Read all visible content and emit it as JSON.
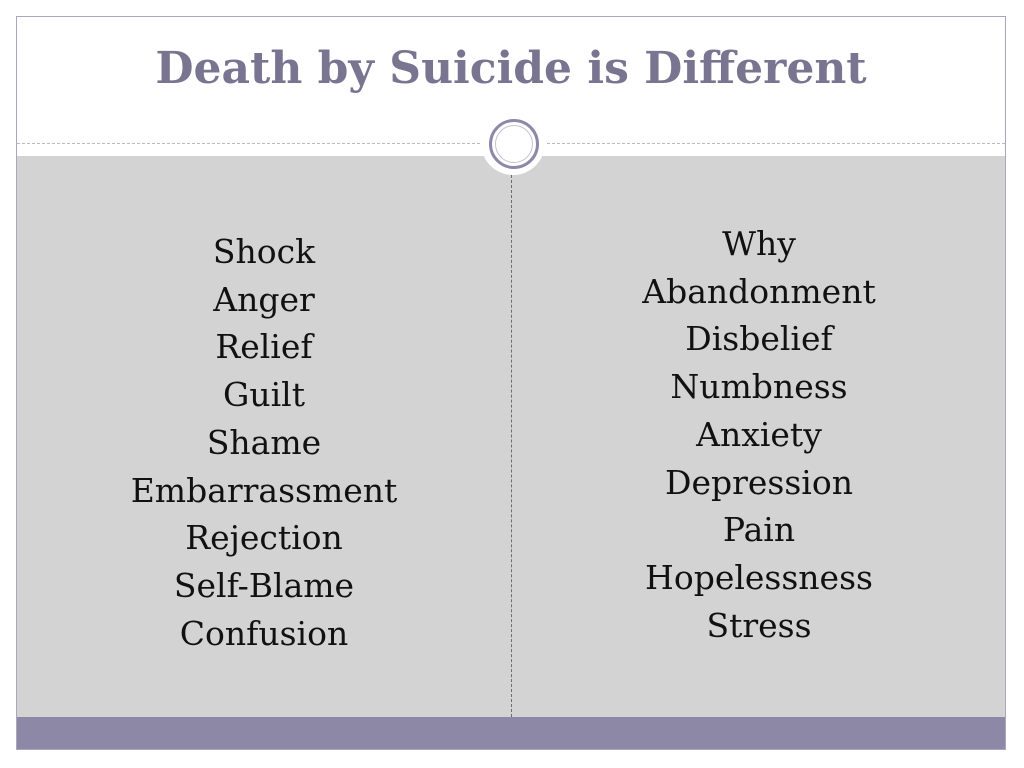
{
  "slide": {
    "title": "Death by Suicide is Different",
    "left_column": [
      "Shock",
      "Anger",
      "Relief",
      "Guilt",
      "Shame",
      "Embarrassment",
      "Rejection",
      "Self-Blame",
      "Confusion"
    ],
    "right_column": [
      "Why",
      "Abandonment",
      "Disbelief",
      "Numbness",
      "Anxiety",
      "Depression",
      "Pain",
      "Hopelessness",
      "Stress"
    ]
  },
  "colors": {
    "title": "#797591",
    "accent": "#8c88a6",
    "content_background": "#d3d3d3",
    "text": "#111111"
  }
}
